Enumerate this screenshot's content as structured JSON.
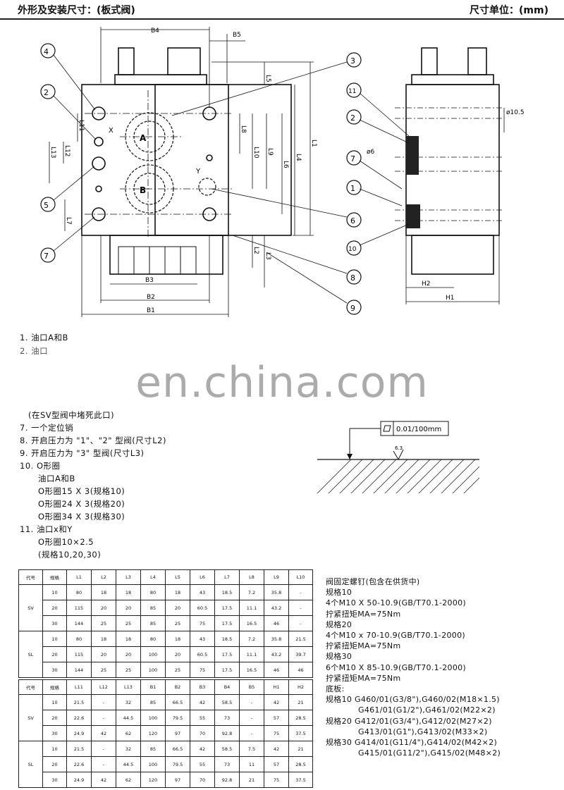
{
  "header": {
    "left_title": "外形及安装尺寸：(板式阀)",
    "right_title": "尺寸单位：(mm)"
  },
  "watermark": "en.china.com",
  "drawing": {
    "dims_top": [
      "B4",
      "B5"
    ],
    "dims_bottom": [
      "B3",
      "B2",
      "B1"
    ],
    "dims_vertical": [
      "L5",
      "L8",
      "L10",
      "L9",
      "L6",
      "L4",
      "L1",
      "L11",
      "L12",
      "L13",
      "L7",
      "L2",
      "L3"
    ],
    "port_labels": [
      "A",
      "B",
      "X",
      "Y"
    ],
    "side_dims": [
      "ø10.5",
      "ø6",
      "H2",
      "H1"
    ],
    "callouts": [
      "①",
      "②",
      "③",
      "④",
      "⑤",
      "⑥",
      "⑦",
      "⑧",
      "⑨",
      "⑩",
      "⑪"
    ],
    "flatness": "0.01/100mm",
    "roughness": "6.3"
  },
  "legend": [
    "1.  油口A和B",
    "2.  油口",
    "(在SV型阀中堵死此口)",
    "7.  一个定位销",
    "8.  开启压力为 \"1\"、\"2\" 型阀(尺寸L2)",
    "9.  开启压力为 \"3\" 型阀(尺寸L3)",
    "10. O形圈",
    "油口A和B",
    "O形圈15 X 3(规格10)",
    "O形圈24 X 3(规格20)",
    "O形圈34 X 3(规格30)",
    "11. 油口x和Y",
    "O形圈10×2.5",
    "(规格10,20,30)"
  ],
  "notes": [
    "阀固定螺钉(包含在供货中)",
    "规格10",
    "4个M10 X 50-10.9(GB/T70.1-2000)",
    "拧紧扭矩MA=75Nm",
    "规格20",
    "4个M10 x 70-10.9(GB/T70.1-2000)",
    "拧紧扭矩MA=75Nm",
    "规格30",
    "6个M10 X 85-10.9(GB/T70.1-2000)",
    "拧紧扭矩MA=75Nm",
    "底板:",
    "规格10 G460/01(G3/8\"),G460/02(M18×1.5)",
    "G461/01(G1/2\"),G461/02(M22×2)",
    "规格20 G412/01(G3/4\"),G412/02(M27×2)",
    "G413/01(G1\"),G413/02(M33×2)",
    "规格30 G414/01(G11/4\"),G414/02(M42×2)",
    "G415/01(G11/2\"),G415/02(M48×2)"
  ],
  "table1": {
    "headers": [
      "代号",
      "规格",
      "L1",
      "L2",
      "L3",
      "L4",
      "L5",
      "L6",
      "L7",
      "L8",
      "L9",
      "L10"
    ],
    "rows": [
      [
        "SV",
        "10",
        "80",
        "18",
        "18",
        "80",
        "18",
        "43",
        "18.5",
        "7.2",
        "35.8",
        "-"
      ],
      [
        "",
        "20",
        "115",
        "20",
        "20",
        "85",
        "20",
        "60.5",
        "17.5",
        "11.1",
        "43.2",
        "-"
      ],
      [
        "",
        "30",
        "144",
        "25",
        "25",
        "85",
        "25",
        "75",
        "17.5",
        "16.5",
        "46",
        "-"
      ],
      [
        "SL",
        "10",
        "80",
        "18",
        "18",
        "80",
        "18",
        "43",
        "18.5",
        "7.2",
        "35.8",
        "21.5"
      ],
      [
        "",
        "20",
        "115",
        "20",
        "20",
        "100",
        "20",
        "60.5",
        "17.5",
        "11.1",
        "43.2",
        "39.7"
      ],
      [
        "",
        "30",
        "144",
        "25",
        "25",
        "100",
        "25",
        "75",
        "17.5",
        "16.5",
        "46",
        "46"
      ]
    ]
  },
  "table2": {
    "headers": [
      "代号",
      "规格",
      "L11",
      "L12",
      "L13",
      "B1",
      "B2",
      "B3",
      "B4",
      "B5",
      "H1",
      "H2"
    ],
    "rows": [
      [
        "SV",
        "10",
        "21.5",
        "-",
        "32",
        "85",
        "66.5",
        "42",
        "58.5",
        "-",
        "42",
        "21"
      ],
      [
        "",
        "20",
        "22.6",
        "-",
        "44.5",
        "100",
        "79.5",
        "55",
        "73",
        "-",
        "57",
        "28.5"
      ],
      [
        "",
        "30",
        "24.9",
        "42",
        "62",
        "120",
        "97",
        "70",
        "92.8",
        "-",
        "75",
        "37.5"
      ],
      [
        "SL",
        "10",
        "21.5",
        "-",
        "32",
        "85",
        "66.5",
        "42",
        "58.5",
        "7.5",
        "42",
        "21"
      ],
      [
        "",
        "20",
        "22.6",
        "-",
        "44.5",
        "100",
        "79.5",
        "55",
        "73",
        "11",
        "57",
        "28.5"
      ],
      [
        "",
        "30",
        "24.9",
        "42",
        "62",
        "120",
        "97",
        "70",
        "92.8",
        "21",
        "75",
        "37.5"
      ]
    ]
  }
}
